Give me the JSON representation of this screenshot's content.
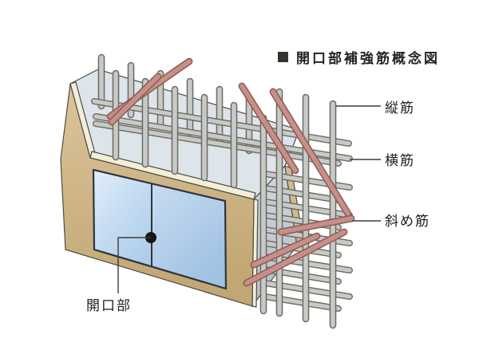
{
  "title": {
    "marker": "■",
    "text": "開口部補強筋概念図"
  },
  "labels": {
    "vertical_bar": "縦筋",
    "horizontal_bar": "横筋",
    "diagonal_bar": "斜め筋",
    "opening": "開口部"
  },
  "colors": {
    "background": "#ffffff",
    "wall_tan": "#d3ba8c",
    "wall_tan_dark": "#c2a674",
    "concrete_top": "#dde4ea",
    "concrete_end_top": "#d2dae1",
    "concrete_end_bottom": "#b5bfc9",
    "cream_edge": "#f3eed9",
    "window_blue_light": "#cfe2f4",
    "window_blue": "#aac9e7",
    "rebar_gray": "#c9c9c5",
    "rebar_gray_outline": "#6b6b65",
    "rebar_red": "#c5908a",
    "rebar_red_outline": "#8e5a52",
    "outline_dark": "#4c4c45",
    "leader_line": "#3c3c38",
    "text": "#1d1d1a"
  }
}
